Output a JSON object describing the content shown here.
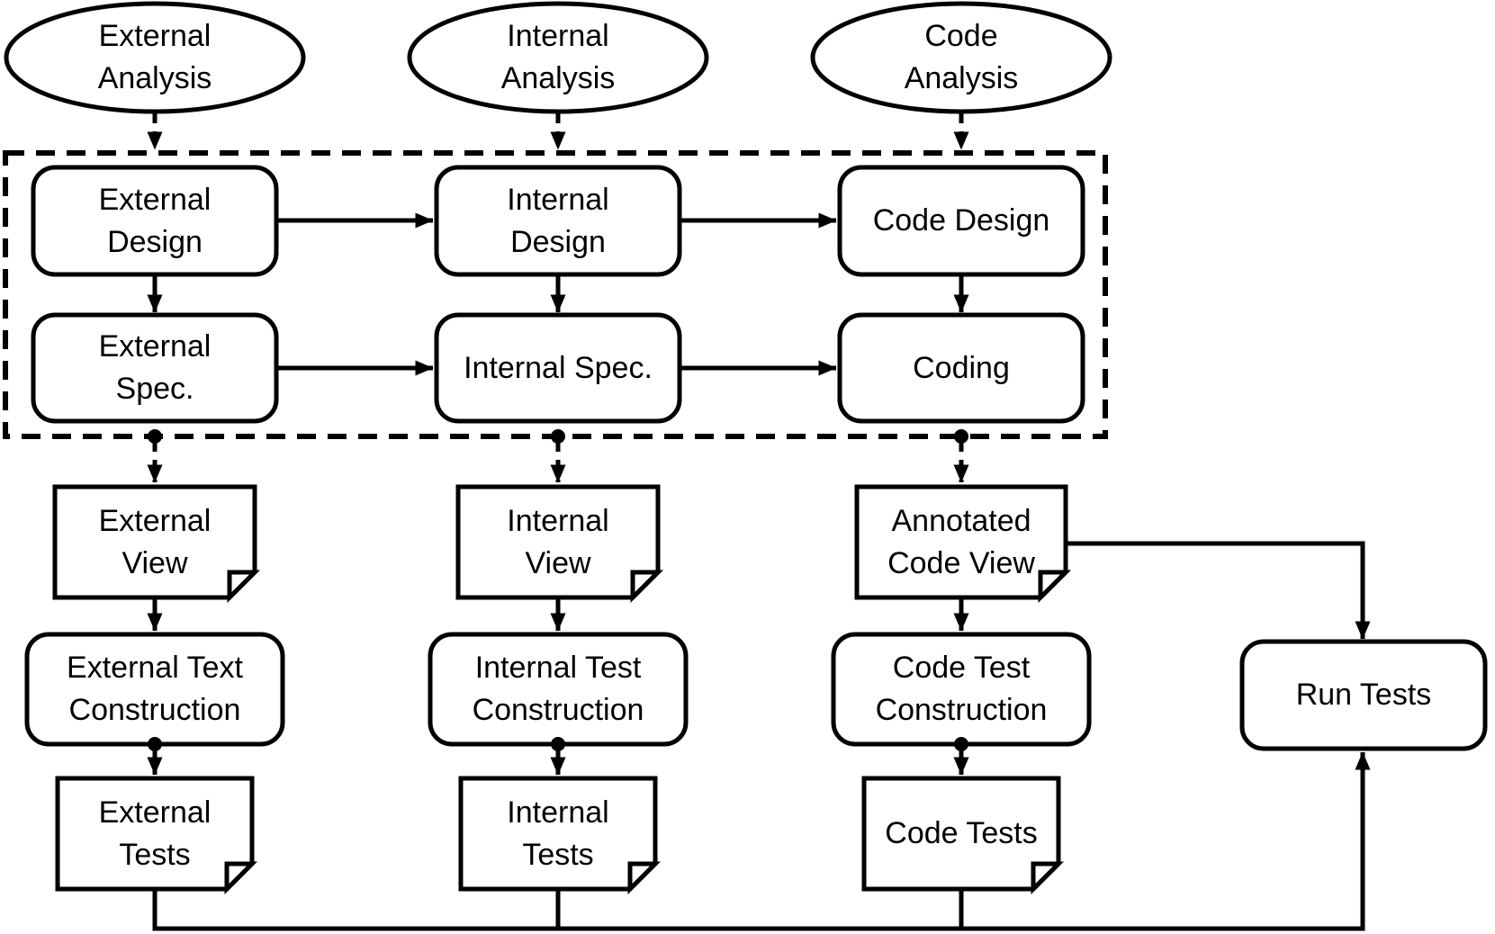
{
  "colors": {
    "ink": "#000000",
    "paper": "#ffffff"
  },
  "nodes": {
    "external_analysis": {
      "label": "External\nAnalysis",
      "shape": "ellipse"
    },
    "internal_analysis": {
      "label": "Internal\nAnalysis",
      "shape": "ellipse"
    },
    "code_analysis": {
      "label": "Code\nAnalysis",
      "shape": "ellipse"
    },
    "external_design": {
      "label": "External\nDesign",
      "shape": "rounded-rect"
    },
    "internal_design": {
      "label": "Internal\nDesign",
      "shape": "rounded-rect"
    },
    "code_design": {
      "label": "Code Design",
      "shape": "rounded-rect"
    },
    "external_spec": {
      "label": "External\nSpec.",
      "shape": "rounded-rect"
    },
    "internal_spec": {
      "label": "Internal Spec.",
      "shape": "rounded-rect"
    },
    "coding": {
      "label": "Coding",
      "shape": "rounded-rect"
    },
    "external_view": {
      "label": "External\nView",
      "shape": "document"
    },
    "internal_view": {
      "label": "Internal\nView",
      "shape": "document"
    },
    "annotated_code_view": {
      "label": "Annotated\nCode View",
      "shape": "document"
    },
    "external_text_construction": {
      "label": "External Text\nConstruction",
      "shape": "rounded-rect"
    },
    "internal_test_construction": {
      "label": "Internal Test\nConstruction",
      "shape": "rounded-rect"
    },
    "code_test_construction": {
      "label": "Code Test\nConstruction",
      "shape": "rounded-rect"
    },
    "external_tests": {
      "label": "External\nTests",
      "shape": "document"
    },
    "internal_tests": {
      "label": "Internal\nTests",
      "shape": "document"
    },
    "code_tests": {
      "label": "Code Tests",
      "shape": "document"
    },
    "run_tests": {
      "label": "Run Tests",
      "shape": "rounded-rect"
    }
  },
  "edges": [
    {
      "from": "external_analysis",
      "to": "external_design",
      "style": "dashed-arrow"
    },
    {
      "from": "internal_analysis",
      "to": "internal_design",
      "style": "dashed-arrow"
    },
    {
      "from": "code_analysis",
      "to": "code_design",
      "style": "dashed-arrow"
    },
    {
      "from": "external_design",
      "to": "internal_design",
      "style": "solid-arrow"
    },
    {
      "from": "internal_design",
      "to": "code_design",
      "style": "solid-arrow"
    },
    {
      "from": "external_design",
      "to": "external_spec",
      "style": "solid-arrow"
    },
    {
      "from": "internal_design",
      "to": "internal_spec",
      "style": "solid-arrow"
    },
    {
      "from": "code_design",
      "to": "coding",
      "style": "solid-arrow"
    },
    {
      "from": "external_spec",
      "to": "internal_spec",
      "style": "solid-arrow"
    },
    {
      "from": "internal_spec",
      "to": "coding",
      "style": "solid-arrow"
    },
    {
      "from": "external_spec",
      "to": "external_view",
      "style": "dot-dashed-arrow"
    },
    {
      "from": "internal_spec",
      "to": "internal_view",
      "style": "dot-dashed-arrow"
    },
    {
      "from": "coding",
      "to": "annotated_code_view",
      "style": "dot-dashed-arrow"
    },
    {
      "from": "external_view",
      "to": "external_text_construction",
      "style": "solid-arrow"
    },
    {
      "from": "internal_view",
      "to": "internal_test_construction",
      "style": "solid-arrow"
    },
    {
      "from": "annotated_code_view",
      "to": "code_test_construction",
      "style": "solid-arrow"
    },
    {
      "from": "annotated_code_view",
      "to": "run_tests",
      "style": "solid-arrow"
    },
    {
      "from": "external_text_construction",
      "to": "external_tests",
      "style": "dot-dashed-arrow"
    },
    {
      "from": "internal_test_construction",
      "to": "internal_tests",
      "style": "dot-dashed-arrow"
    },
    {
      "from": "code_test_construction",
      "to": "code_tests",
      "style": "dot-dashed-arrow"
    },
    {
      "from": "external_tests",
      "to": "run_tests",
      "style": "solid-arrow"
    },
    {
      "from": "internal_tests",
      "to": "run_tests",
      "style": "solid-arrow"
    },
    {
      "from": "code_tests",
      "to": "run_tests",
      "style": "solid-arrow"
    }
  ]
}
